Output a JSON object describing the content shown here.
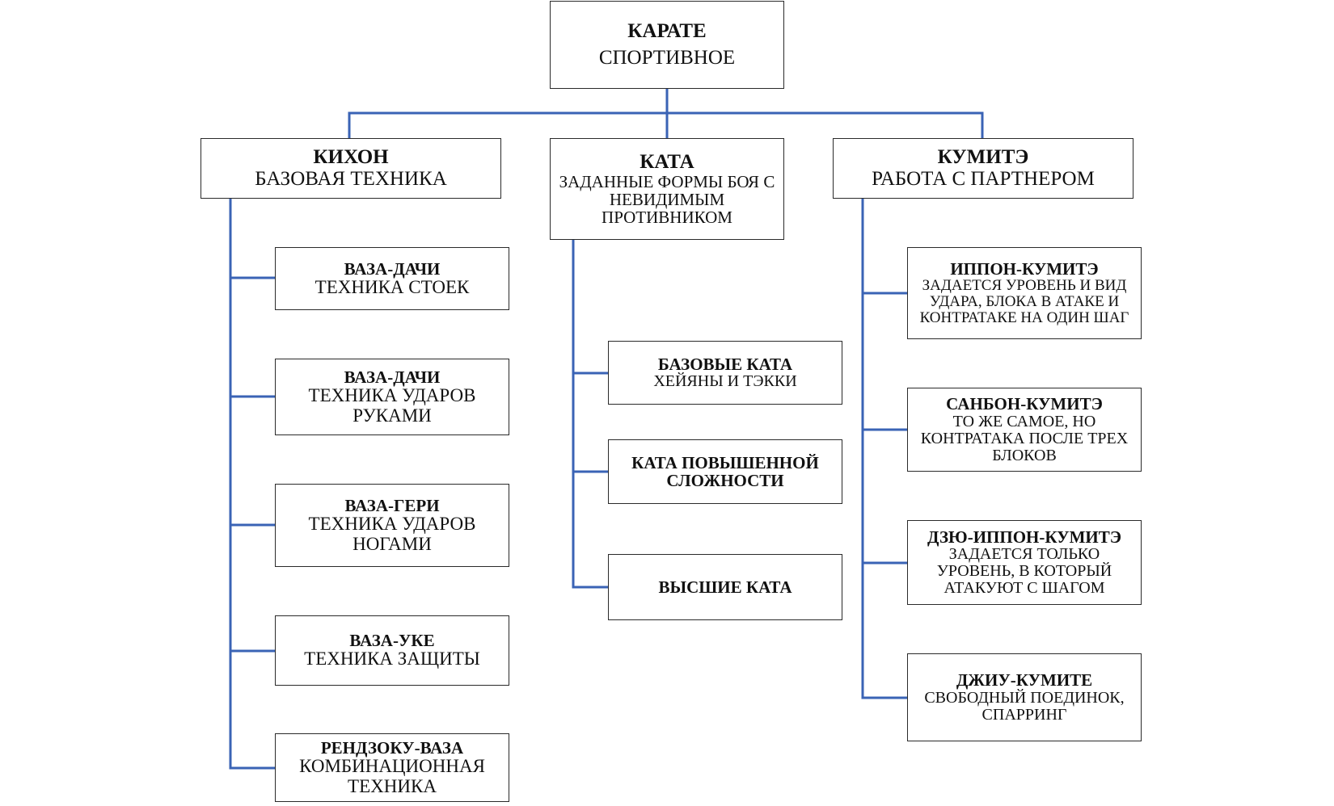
{
  "colors": {
    "connector": "#3a63b5",
    "border": "#2a2a2a"
  },
  "root": {
    "title": "КАРАТЕ",
    "subtitle": "СПОРТИВНОЕ"
  },
  "kihon": {
    "title": "КИХОН",
    "subtitle": "БАЗОВАЯ ТЕХНИКА",
    "items": [
      {
        "title": "ВАЗА-ДАЧИ",
        "subtitle": "ТЕХНИКА СТОЕК"
      },
      {
        "title": "ВАЗА-ДАЧИ",
        "subtitle": "ТЕХНИКА УДАРОВ\nРУКАМИ"
      },
      {
        "title": "ВАЗА-ГЕРИ",
        "subtitle": "ТЕХНИКА УДАРОВ\nНОГАМИ"
      },
      {
        "title": "ВАЗА-УКЕ",
        "subtitle": "ТЕХНИКА ЗАЩИТЫ"
      },
      {
        "title": "РЕНДЗОКУ-ВАЗА",
        "subtitle": "КОМБИНАЦИОННАЯ\nТЕХНИКА"
      }
    ]
  },
  "kata": {
    "title": "КАТА",
    "subtitle": "ЗАДАННЫЕ ФОРМЫ БОЯ С\nНЕВИДИМЫМ\nПРОТИВНИКОМ",
    "items": [
      {
        "title": "БАЗОВЫЕ КАТА",
        "subtitle": "ХЕЙЯНЫ И ТЭККИ"
      },
      {
        "title": "КАТА ПОВЫШЕННОЙ\nСЛОЖНОСТИ"
      },
      {
        "title": "ВЫСШИЕ КАТА"
      }
    ]
  },
  "kumite": {
    "title": "КУМИТЭ",
    "subtitle": "РАБОТА С ПАРТНЕРОМ",
    "items": [
      {
        "title": "ИППОН-КУМИТЭ",
        "subtitle": "ЗАДАЕТСЯ УРОВЕНЬ И ВИД\nУДАРА, БЛОКА В АТАКЕ И\nКОНТРАТАКЕ НА ОДИН ШАГ"
      },
      {
        "title": "САНБОН-КУМИТЭ",
        "subtitle": "ТО ЖЕ САМОЕ, НО\nКОНТРАТАКА ПОСЛЕ ТРЕХ\nБЛОКОВ"
      },
      {
        "title": "ДЗЮ-ИППОН-КУМИТЭ",
        "subtitle": "ЗАДАЕТСЯ ТОЛЬКО\nУРОВЕНЬ, В КОТОРЫЙ\nАТАКУЮТ С ШАГОМ"
      },
      {
        "title": "ДЖИУ-КУМИТЕ",
        "subtitle": "СВОБОДНЫЙ ПОЕДИНОК,\nСПАРРИНГ"
      }
    ]
  }
}
